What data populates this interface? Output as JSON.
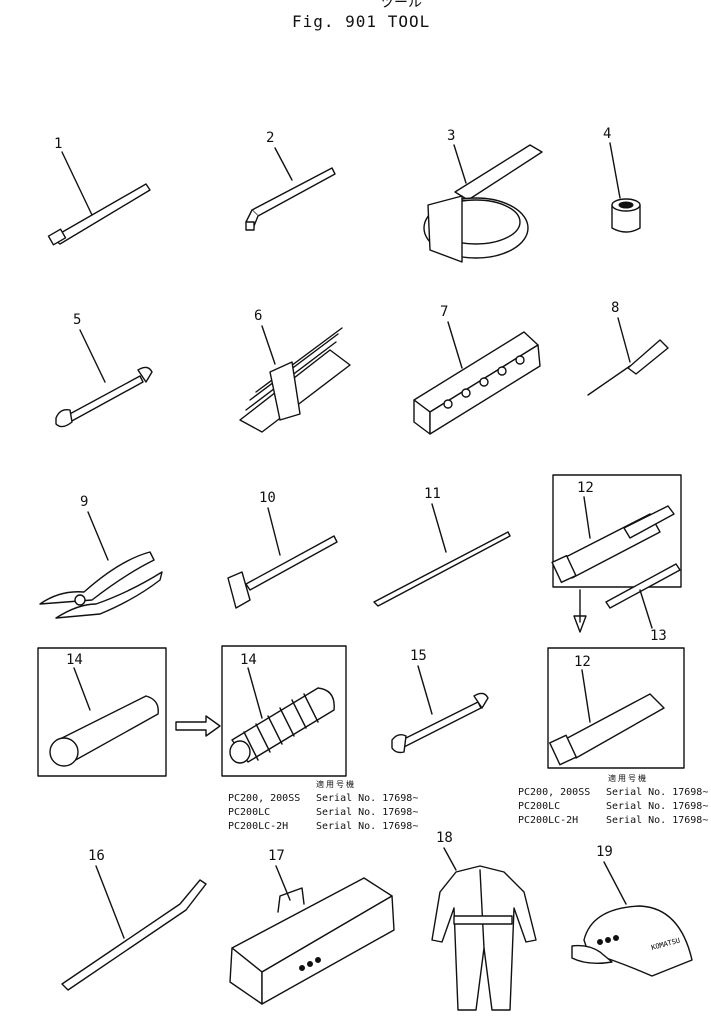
{
  "header": {
    "japanese_title": "ツール",
    "figure_title": "Fig. 901   TOOL"
  },
  "callouts": {
    "c1": "1",
    "c2": "2",
    "c3": "3",
    "c4": "4",
    "c5": "5",
    "c6": "6",
    "c7": "7",
    "c8": "8",
    "c9": "9",
    "c10": "10",
    "c11": "11",
    "c12a": "12",
    "c13": "13",
    "c14a": "14",
    "c14b": "14",
    "c15": "15",
    "c12b": "12",
    "c16": "16",
    "c17": "17",
    "c18": "18",
    "c19": "19"
  },
  "serial_table_left": {
    "header": "適用号機",
    "rows": [
      {
        "model": "PC200, 200SS",
        "serial": "Serial No. 17698~"
      },
      {
        "model": "PC200LC",
        "serial": "Serial No. 17698~"
      },
      {
        "model": "PC200LC-2H",
        "serial": "Serial No. 17698~"
      }
    ]
  },
  "serial_table_right": {
    "header": "適用号機",
    "rows": [
      {
        "model": "PC200, 200SS",
        "serial": "Serial No. 17698~"
      },
      {
        "model": "PC200LC",
        "serial": "Serial No. 17698~"
      },
      {
        "model": "PC200LC-2H",
        "serial": "Serial No. 17698~"
      }
    ]
  },
  "labels": {
    "cap_brand": "KOMATSU"
  }
}
